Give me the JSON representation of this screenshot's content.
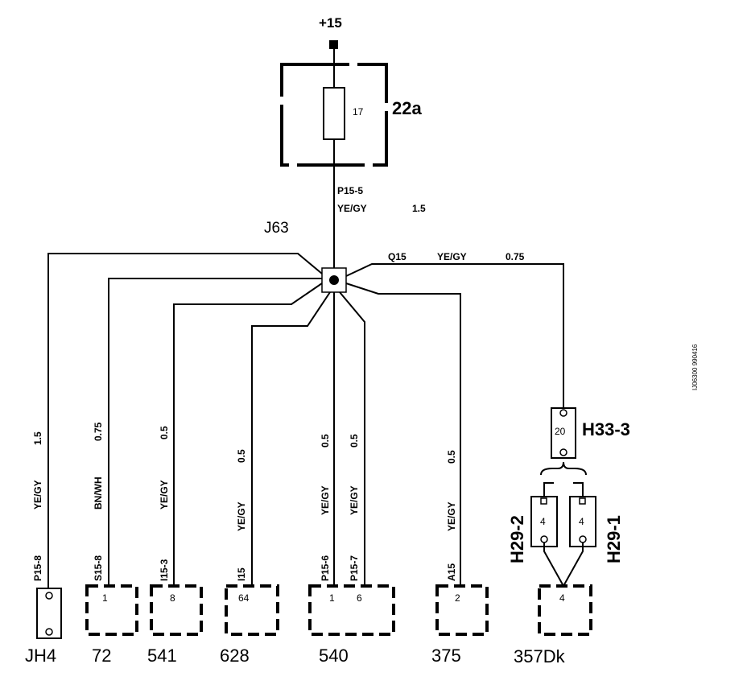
{
  "supply": "+15",
  "fuse": {
    "number": "17",
    "label": "22a"
  },
  "main_wire": {
    "code": "P15-5",
    "color": "YE/GY",
    "size": "1.5"
  },
  "junction": "J63",
  "q_wire": {
    "code": "Q15",
    "color": "YE/GY",
    "size": "0.75"
  },
  "branches": {
    "jh4": {
      "size": "1.5",
      "color": "YE/GY",
      "code": "P15-8",
      "component": "JH4"
    },
    "c72": {
      "size": "0.75",
      "color": "BN/WH",
      "code": "S15-8",
      "pin": "1",
      "component": "72"
    },
    "c541": {
      "size": "0.5",
      "color": "YE/GY",
      "code": "I15-3",
      "pin": "8",
      "component": "541"
    },
    "c628": {
      "size": "0.5",
      "color": "YE/GY",
      "code": "I15",
      "pin": "64",
      "component": "628"
    },
    "c540a": {
      "size": "0.5",
      "color": "YE/GY",
      "code": "P15-6",
      "pin": "1"
    },
    "c540b": {
      "size": "0.5",
      "color": "YE/GY",
      "code": "P15-7",
      "pin": "6"
    },
    "c540_label": "540",
    "c375": {
      "size": "0.5",
      "color": "YE/GY",
      "code": "A15",
      "pin": "2",
      "component": "375"
    }
  },
  "h33": {
    "pin": "20",
    "label": "H33-3"
  },
  "h29_2": {
    "pin": "4",
    "label": "H29-2"
  },
  "h29_1": {
    "pin": "4",
    "label": "H29-1"
  },
  "c357": {
    "pin": "4",
    "label": "357Dk"
  },
  "side_code": "IJ06300 990416"
}
